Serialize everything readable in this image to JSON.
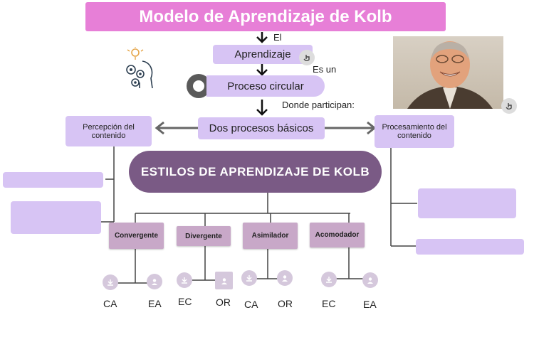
{
  "title": "Modelo de Aprendizaje de Kolb",
  "connectors": {
    "el": "El",
    "es_un": "Es un",
    "donde": "Donde participan:"
  },
  "nodes": {
    "aprendizaje": "Aprendizaje",
    "proceso": "Proceso circular",
    "dos_procesos": "Dos procesos básicos",
    "percepcion": "Percepción del contenido",
    "procesamiento": "Procesamiento del contenido",
    "estilos": "ESTILOS DE APRENDIZAJE DE KOLB"
  },
  "styles": [
    {
      "name": "Convergente",
      "abbr": [
        "CA",
        "EA"
      ]
    },
    {
      "name": "Divergente",
      "abbr": [
        "EC",
        "OR"
      ]
    },
    {
      "name": "Asimilador",
      "abbr": [
        "CA",
        "OR"
      ]
    },
    {
      "name": "Acomodador",
      "abbr": [
        "EC",
        "EA"
      ]
    }
  ],
  "icons": [
    "head-gears-icon",
    "tap-icon",
    "download-icon",
    "user-icon"
  ],
  "colors": {
    "title_bg": "#e77fd7",
    "lavender": "#d7c4f4",
    "mauve": "#c8a8c8",
    "estilos_bg": "#7a5a85"
  }
}
